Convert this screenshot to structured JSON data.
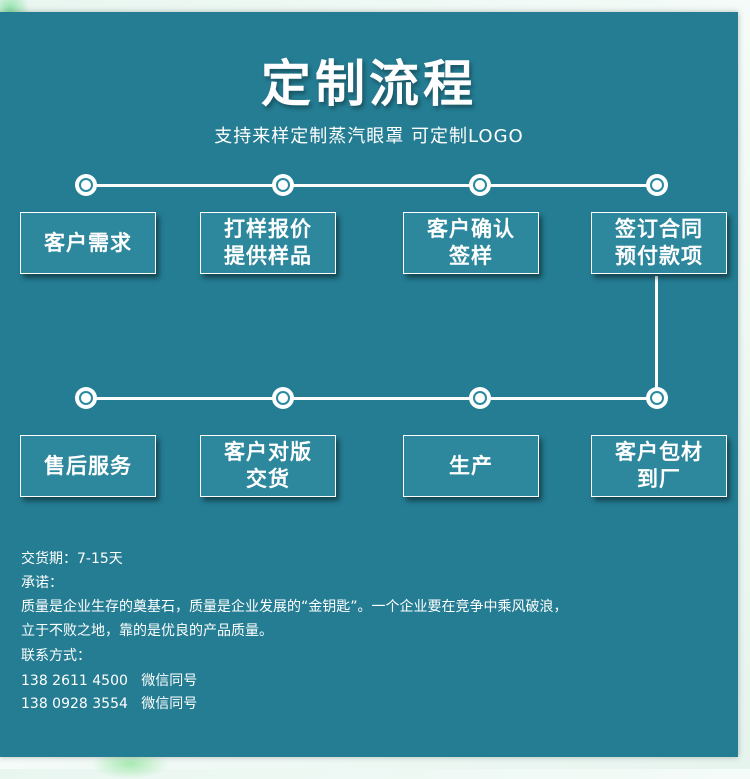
{
  "title": "定制流程",
  "subtitle": "支持来样定制蒸汽眼罩 可定制LOGO",
  "steps_row1": [
    "客户需求",
    "打样报价\n提供样品",
    "客户确认\n签样",
    "签订合同\n预付款项"
  ],
  "steps_row2": [
    "售后服务",
    "客户对版\n交货",
    "生产",
    "客户包材\n到厂"
  ],
  "info": {
    "delivery": "交货期：7-15天",
    "promise_label": "承诺：",
    "promise_line1": "质量是企业生存的奠基石，质量是企业发展的“金钥匙”。一个企业要在竞争中乘风破浪，",
    "promise_line2": "立于不败之地，靠的是优良的产品质量。",
    "contact_label": "联系方式：",
    "phone1": "138 2611 4500   微信同号",
    "phone2": "138 0928 3554   微信同号"
  },
  "colors": {
    "panel": "#247d93",
    "box": "#2d889d",
    "text": "#ffffff"
  }
}
